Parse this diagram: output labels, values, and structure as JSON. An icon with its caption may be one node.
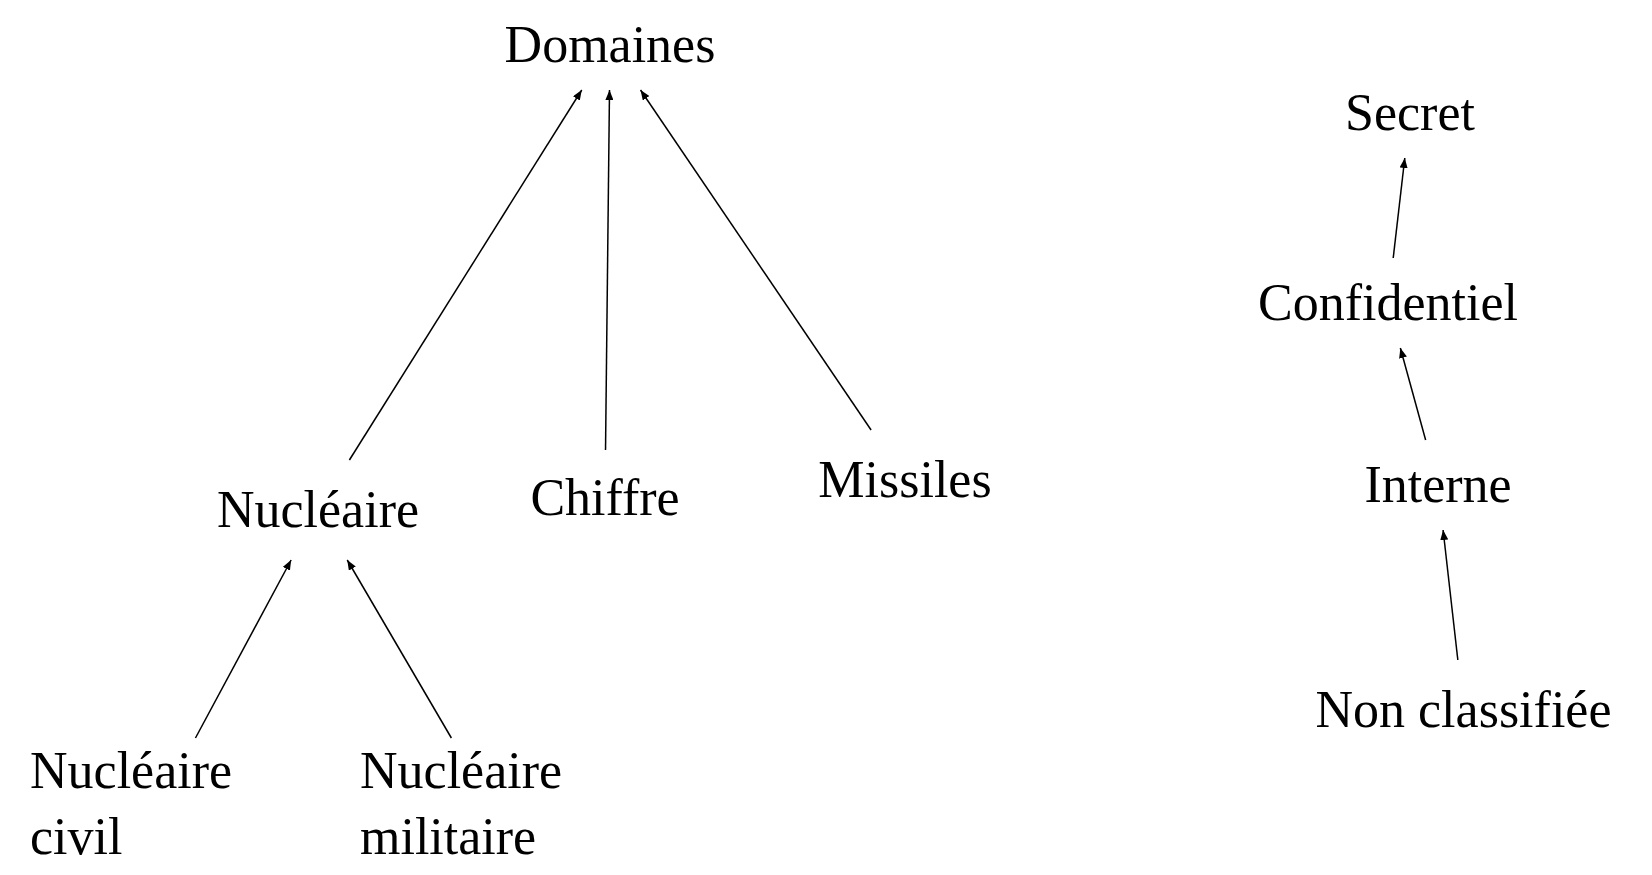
{
  "diagram": {
    "nodes": [
      {
        "text": [
          "Domaines"
        ]
      },
      {
        "text": [
          "Nucléaire"
        ]
      },
      {
        "text": [
          "Chiffre"
        ]
      },
      {
        "text": [
          "Missiles"
        ]
      },
      {
        "text": [
          "Nucléaire civil"
        ]
      },
      {
        "text": [
          "Nucléaire militaire"
        ]
      },
      {
        "text": [
          "Secret"
        ]
      },
      {
        "text": [
          "Confidentiel"
        ]
      },
      {
        "text": [
          "Interne"
        ]
      },
      {
        "text": [
          "Non classifiée"
        ]
      }
    ],
    "edges": [
      {
        "from": 1,
        "to": 0,
        "arrow": "to"
      },
      {
        "from": 2,
        "to": 0,
        "arrow": "to"
      },
      {
        "from": 3,
        "to": 0,
        "arrow": "to"
      },
      {
        "from": 4,
        "to": 1,
        "arrow": "to"
      },
      {
        "from": 5,
        "to": 1,
        "arrow": "to"
      },
      {
        "from": 7,
        "to": 6,
        "arrow": "to"
      },
      {
        "from": 8,
        "to": 7,
        "arrow": "to"
      },
      {
        "from": 9,
        "to": 8,
        "arrow": "to"
      }
    ]
  }
}
